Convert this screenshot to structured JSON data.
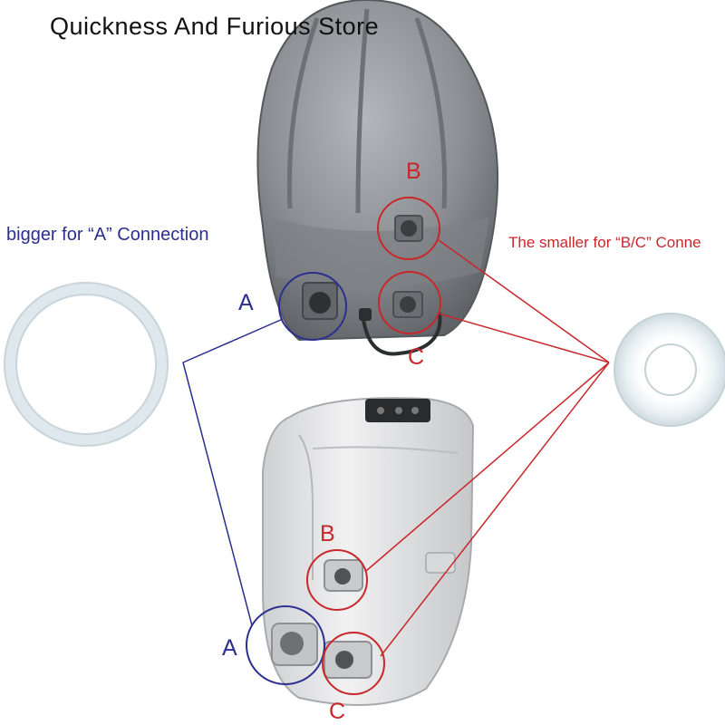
{
  "store_name": "Quickness And Furious Store",
  "captions": {
    "bigger": "bigger for “A” Connection",
    "smaller": "The smaller for “B/C” Conne"
  },
  "letters": {
    "top_b": "B",
    "top_a": "A",
    "top_c": "C",
    "bottom_b": "B",
    "bottom_a": "A",
    "bottom_c": "C"
  },
  "colors": {
    "blue": "#2b2f8f",
    "red": "#c8272b",
    "pump_top": "#8a8d91",
    "pump_bottom": "#e8e8e8",
    "seal": "#e6eef2"
  }
}
